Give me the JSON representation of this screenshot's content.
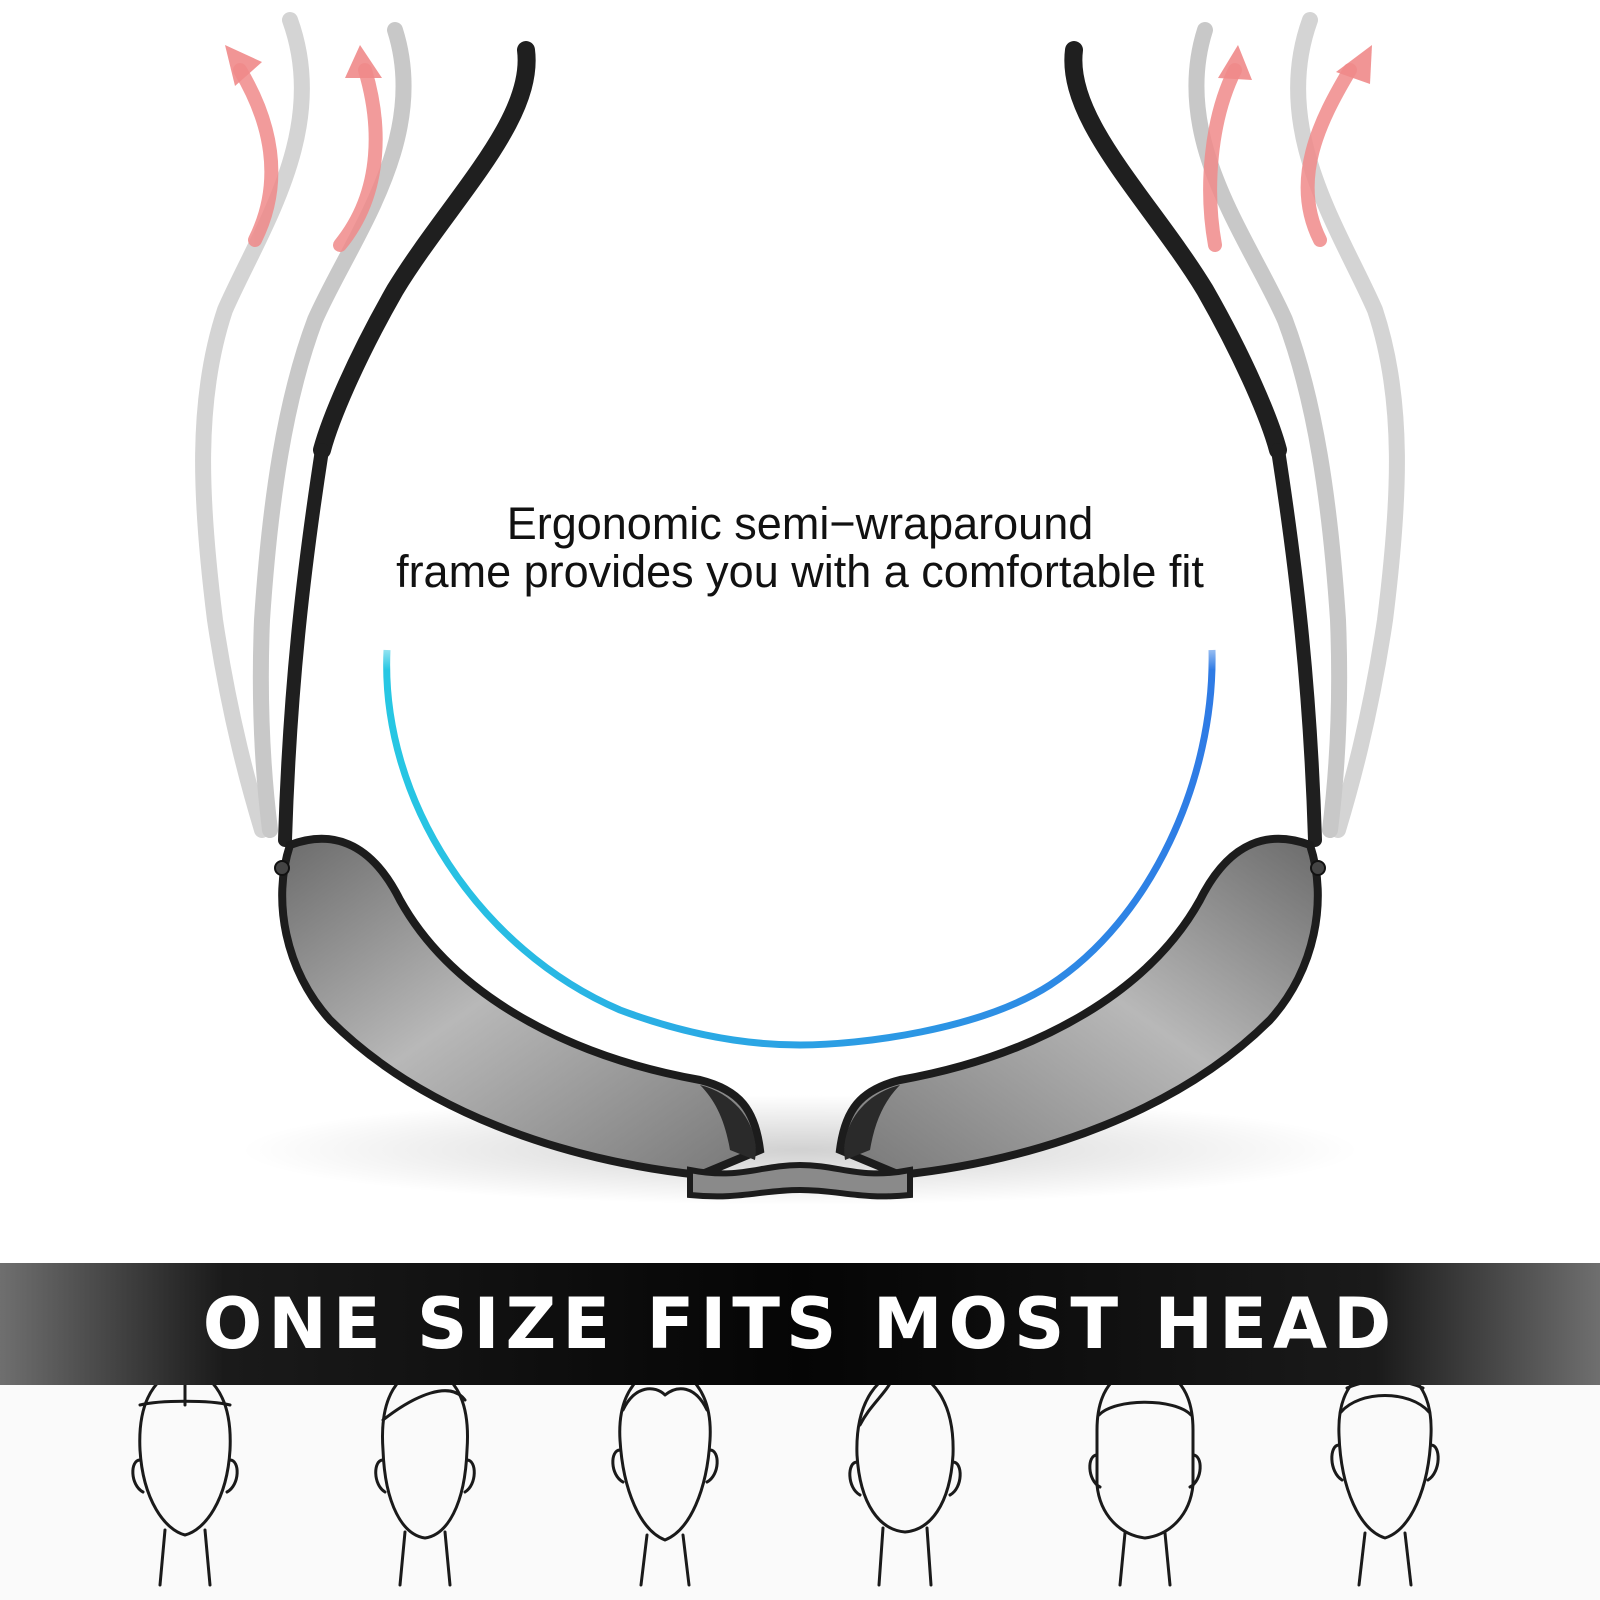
{
  "caption": {
    "line1": "Ergonomic semi−wraparound",
    "line2": "frame provides you with a comfortable fit"
  },
  "banner": {
    "text": "ONE SIZE FITS MOST HEAD"
  },
  "icons": {
    "arrows": "flex-arrow-icon",
    "heads": [
      "head-shape-1-icon",
      "head-shape-2-icon",
      "head-shape-3-icon",
      "head-shape-4-icon",
      "head-shape-5-icon",
      "head-shape-6-icon"
    ]
  },
  "colors": {
    "arrow": "#f08a8a",
    "arc_start": "#27c7e3",
    "arc_end": "#2f7be5",
    "frame": "#1c1c1c",
    "lens": "#9c9c9c"
  }
}
